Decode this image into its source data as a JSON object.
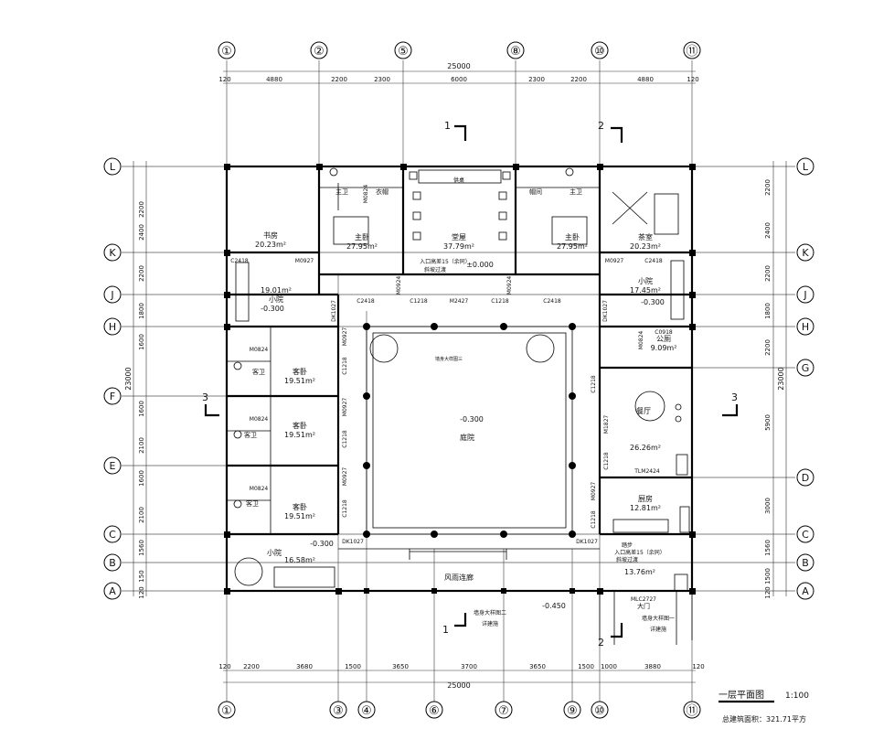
{
  "grid": {
    "cols_top": [
      "①",
      "②",
      "⑤",
      "⑧",
      "⑩",
      "⑪"
    ],
    "cols_bottom": [
      "①",
      "③",
      "④",
      "⑥",
      "⑦",
      "⑨",
      "⑩",
      "⑪"
    ],
    "rows_left": [
      "L",
      "K",
      "J",
      "H",
      "F",
      "E",
      "C",
      "B",
      "A"
    ],
    "rows_right": [
      "L",
      "K",
      "J",
      "H",
      "G",
      "D",
      "C",
      "B",
      "A"
    ]
  },
  "dims": {
    "top_total": "25000",
    "top": [
      "120",
      "4880",
      "2200",
      "2300",
      "6000",
      "2300",
      "2200",
      "4880",
      "120"
    ],
    "bottom_total": "25000",
    "bottom": [
      "120",
      "2200",
      "3680",
      "1500",
      "3650",
      "3700",
      "3650",
      "1500",
      "1000",
      "3880",
      "120"
    ],
    "left": [
      "2200",
      "2400",
      "2200",
      "1800",
      "1600",
      "1600",
      "2100",
      "1600",
      "2100",
      "1560",
      "150",
      "120"
    ],
    "left_total": "23000",
    "right": [
      "2200",
      "2400",
      "2200",
      "1800",
      "2200",
      "5900",
      "3000",
      "1560",
      "1500",
      "120"
    ],
    "right_total": "23000"
  },
  "rooms": [
    {
      "name": "书房",
      "area": "20.23m²"
    },
    {
      "name": "主卧",
      "area": "27.95m²"
    },
    {
      "name": "堂屋",
      "area": "37.79m²"
    },
    {
      "name": "主卧",
      "area": "27.95m²"
    },
    {
      "name": "茶室",
      "area": "20.23m²"
    },
    {
      "name": "小院",
      "area": "19.01m²"
    },
    {
      "name": "小院",
      "area": "17.45m²"
    },
    {
      "name": "客卧",
      "area": "19.51m²"
    },
    {
      "name": "客卧",
      "area": "19.51m²"
    },
    {
      "name": "客卧",
      "area": "19.51m²"
    },
    {
      "name": "庭院",
      "area": ""
    },
    {
      "name": "公厕",
      "area": "9.09m²"
    },
    {
      "name": "餐厅",
      "area": "26.26m²"
    },
    {
      "name": "厨房",
      "area": "12.81m²"
    },
    {
      "name": "小院",
      "area": "16.58m²"
    },
    {
      "name": "风雨连廊",
      "area": ""
    },
    {
      "name": "",
      "area": "13.76m²"
    }
  ],
  "small_labels": {
    "zhuwei_l": "主卫",
    "zhuwei_r": "主卫",
    "yimao_l": "衣帽",
    "yimao_r": "帽间",
    "kewei1": "客卫",
    "kewei2": "客卫",
    "kewei3": "客卫",
    "guizhang": "供桌",
    "entrance_top": "入口高差15（余同）",
    "entrance_top2": "斜坡过渡",
    "entrance_bot": "入口高差15（余同）",
    "entrance_bot2": "斜坡过渡",
    "entrance_bot0": "踏步",
    "shaoxian": "墙身大样图二",
    "shaoxian2": "详建施",
    "shaoxian3": "墙身大样图一",
    "shaoxian4": "详建施",
    "main_door": "大门",
    "court_note": "墙身大样图三"
  },
  "levels": [
    "±0.000",
    "-0.300",
    "-0.300",
    "-0.300",
    "-0.300",
    "-0.450"
  ],
  "codes": [
    "C2418",
    "M0927",
    "C2418",
    "M0927",
    "M0824",
    "M0924",
    "M0924",
    "M2427",
    "C1218",
    "C1218",
    "C2418",
    "C2418",
    "DK1027",
    "DK1027",
    "DK1027",
    "DK1027",
    "M0824",
    "M0824",
    "M0824",
    "M0927",
    "M0927",
    "M0927",
    "C1218",
    "C1218",
    "C1218",
    "C0918",
    "M0824",
    "C1218",
    "M1827",
    "C1218",
    "TLM2424",
    "M0927",
    "C1218",
    "MLC2727"
  ],
  "section": {
    "a": "1",
    "b": "2",
    "c": "3"
  },
  "title": {
    "text": "一层平面图",
    "scale": "1:100",
    "area": "总建筑面积：321.71平方"
  }
}
